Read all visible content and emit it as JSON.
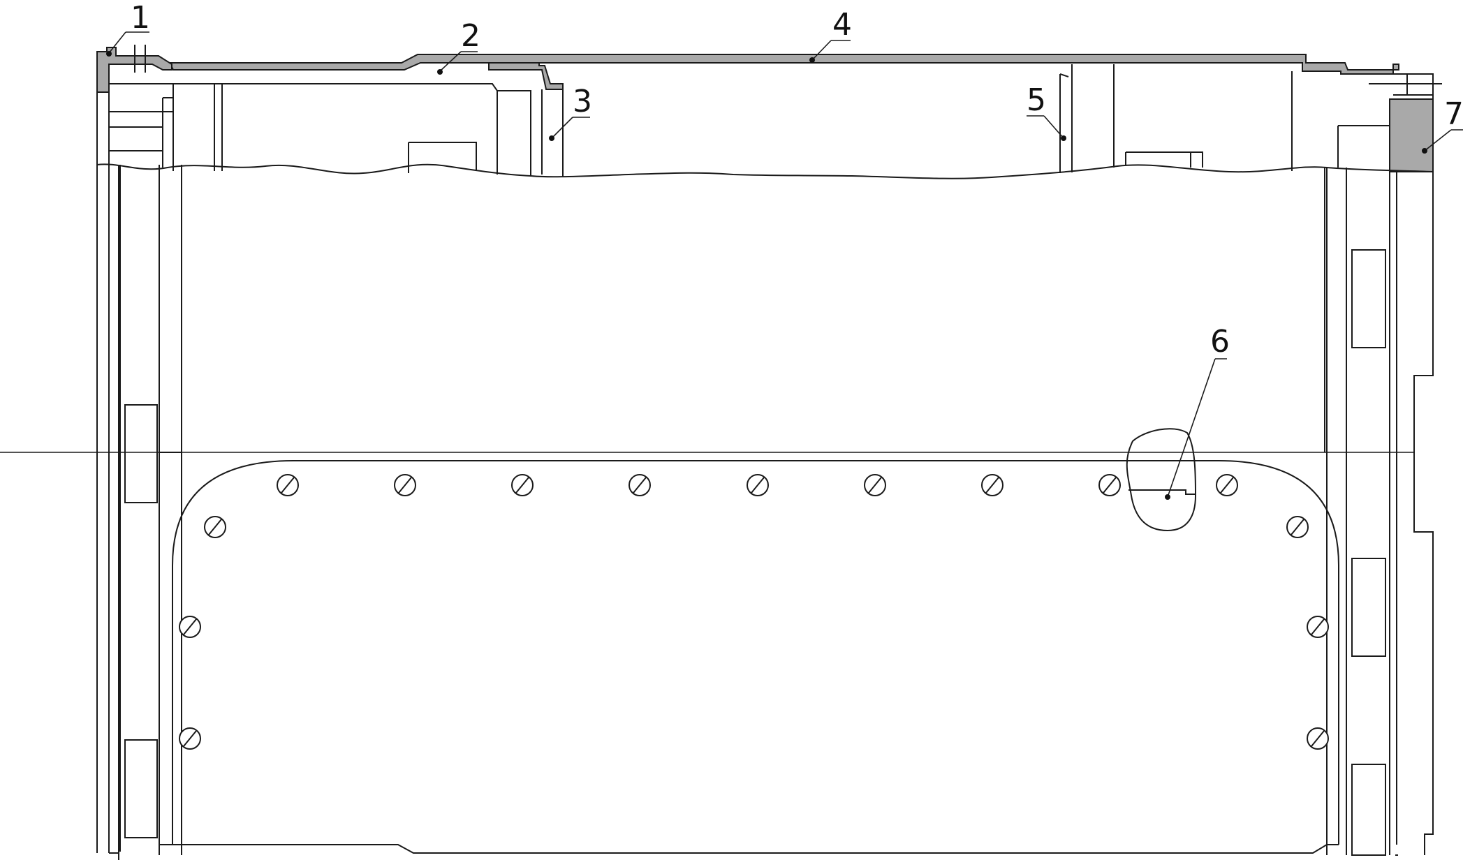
{
  "callouts": [
    {
      "id": "1",
      "text": "1"
    },
    {
      "id": "2",
      "text": "2"
    },
    {
      "id": "3",
      "text": "3"
    },
    {
      "id": "4",
      "text": "4"
    },
    {
      "id": "5",
      "text": "5"
    },
    {
      "id": "6",
      "text": "6"
    },
    {
      "id": "7",
      "text": "7"
    }
  ],
  "colors": {
    "line": "#1a1a1a",
    "section_fill": "#a9a9a9",
    "background": "#ffffff"
  },
  "screw_icon": "slotted-screw-icon"
}
